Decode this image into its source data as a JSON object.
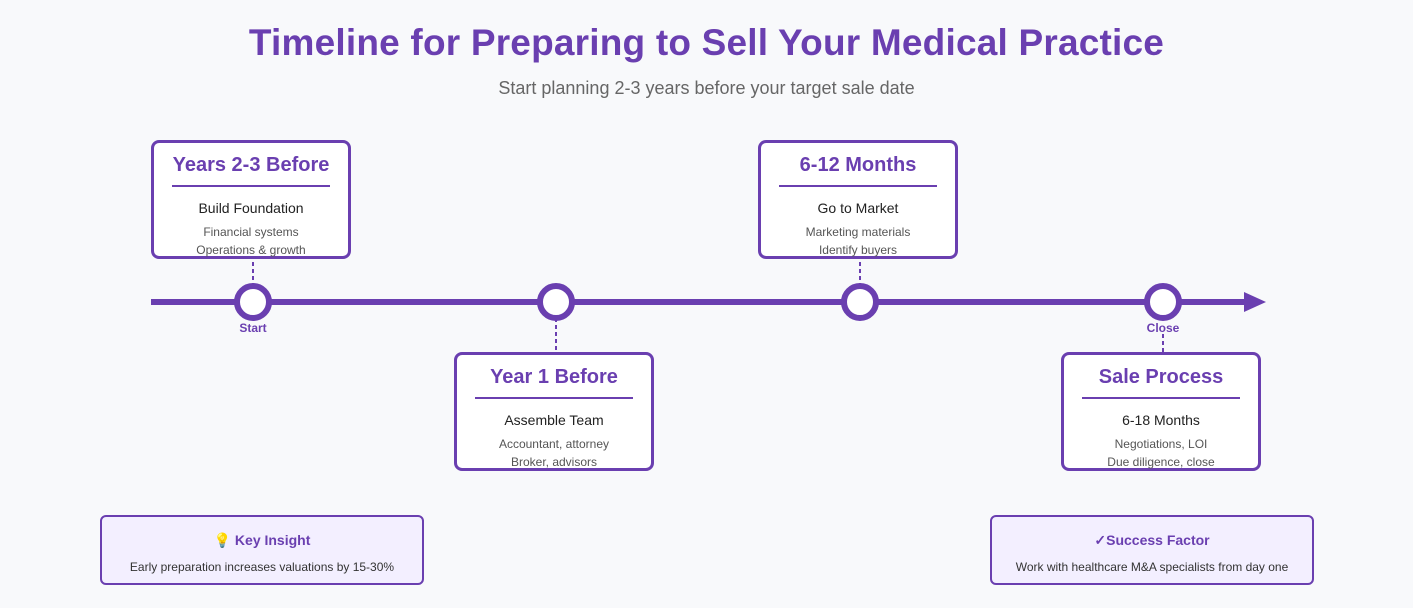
{
  "title": "Timeline for Preparing to Sell Your Medical Practice",
  "subtitle": "Start planning 2-3 years before your target sale date",
  "colors": {
    "accent": "#6a3fb0",
    "callout_bg": "#f3efff",
    "page_bg": "#f8f9fb"
  },
  "markers": {
    "start_label": "Start",
    "close_label": "Close"
  },
  "stages": [
    {
      "title": "Years 2-3 Before",
      "heading": "Build Foundation",
      "detail1": "Financial systems",
      "detail2": "Operations & growth"
    },
    {
      "title": "Year 1 Before",
      "heading": "Assemble Team",
      "detail1": "Accountant, attorney",
      "detail2": "Broker, advisors"
    },
    {
      "title": "6-12 Months",
      "heading": "Go to Market",
      "detail1": "Marketing materials",
      "detail2": "Identify buyers"
    },
    {
      "title": "Sale Process",
      "heading": "6-18 Months",
      "detail1": "Negotiations, LOI",
      "detail2": "Due diligence, close"
    }
  ],
  "callouts": {
    "insight": {
      "icon": "lightbulb-icon",
      "icon_glyph": "💡",
      "title": "Key Insight",
      "text": "Early preparation increases valuations by 15-30%"
    },
    "success": {
      "icon": "checkmark-icon",
      "icon_glyph": "✓",
      "title": "Success Factor",
      "text": "Work with healthcare M&A specialists from day one"
    }
  }
}
